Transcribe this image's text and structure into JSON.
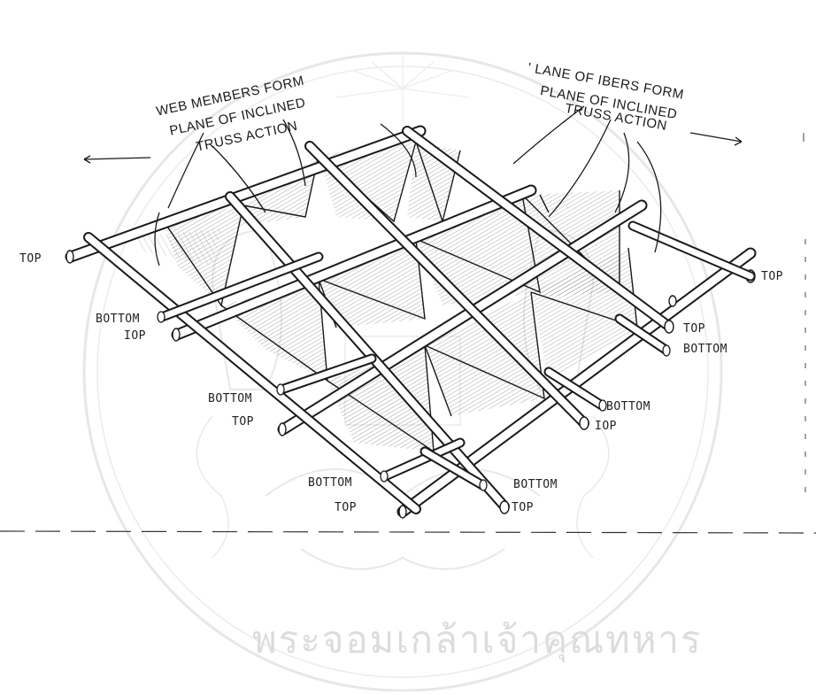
{
  "callouts": {
    "left_line1": "WEB MEMBERS FORM",
    "left_line2": "PLANE OF INCLINED",
    "left_line3": "TRUSS ACTION",
    "right_line1": "' LANE OF IBERS FORM",
    "right_line2": "PLANE OF INCLINED",
    "right_line3": "TRUSS ACTION"
  },
  "labels": {
    "top_left": "TOP",
    "bottom_left": "BOTTOM",
    "top_left2": "IOP",
    "bottom_mid_left": "BOTTOM",
    "top_mid_left": "TOP",
    "bottom_center": "BOTTOM",
    "top_center": "TOP",
    "top_right_edge": "TOP",
    "top_right": "TOP",
    "bottom_right": "BOTTOM",
    "bottom_right2": "BOTTOM",
    "top_right2": "IOP",
    "bottom_center_right": "BOTTOM",
    "top_center_right": "TOP"
  },
  "watermark": {
    "text": "พระจอมเกล้าเจ้าคุณทหาร"
  },
  "colors": {
    "ink": "#1a1a1a",
    "watermark": "#d8d8d8"
  }
}
